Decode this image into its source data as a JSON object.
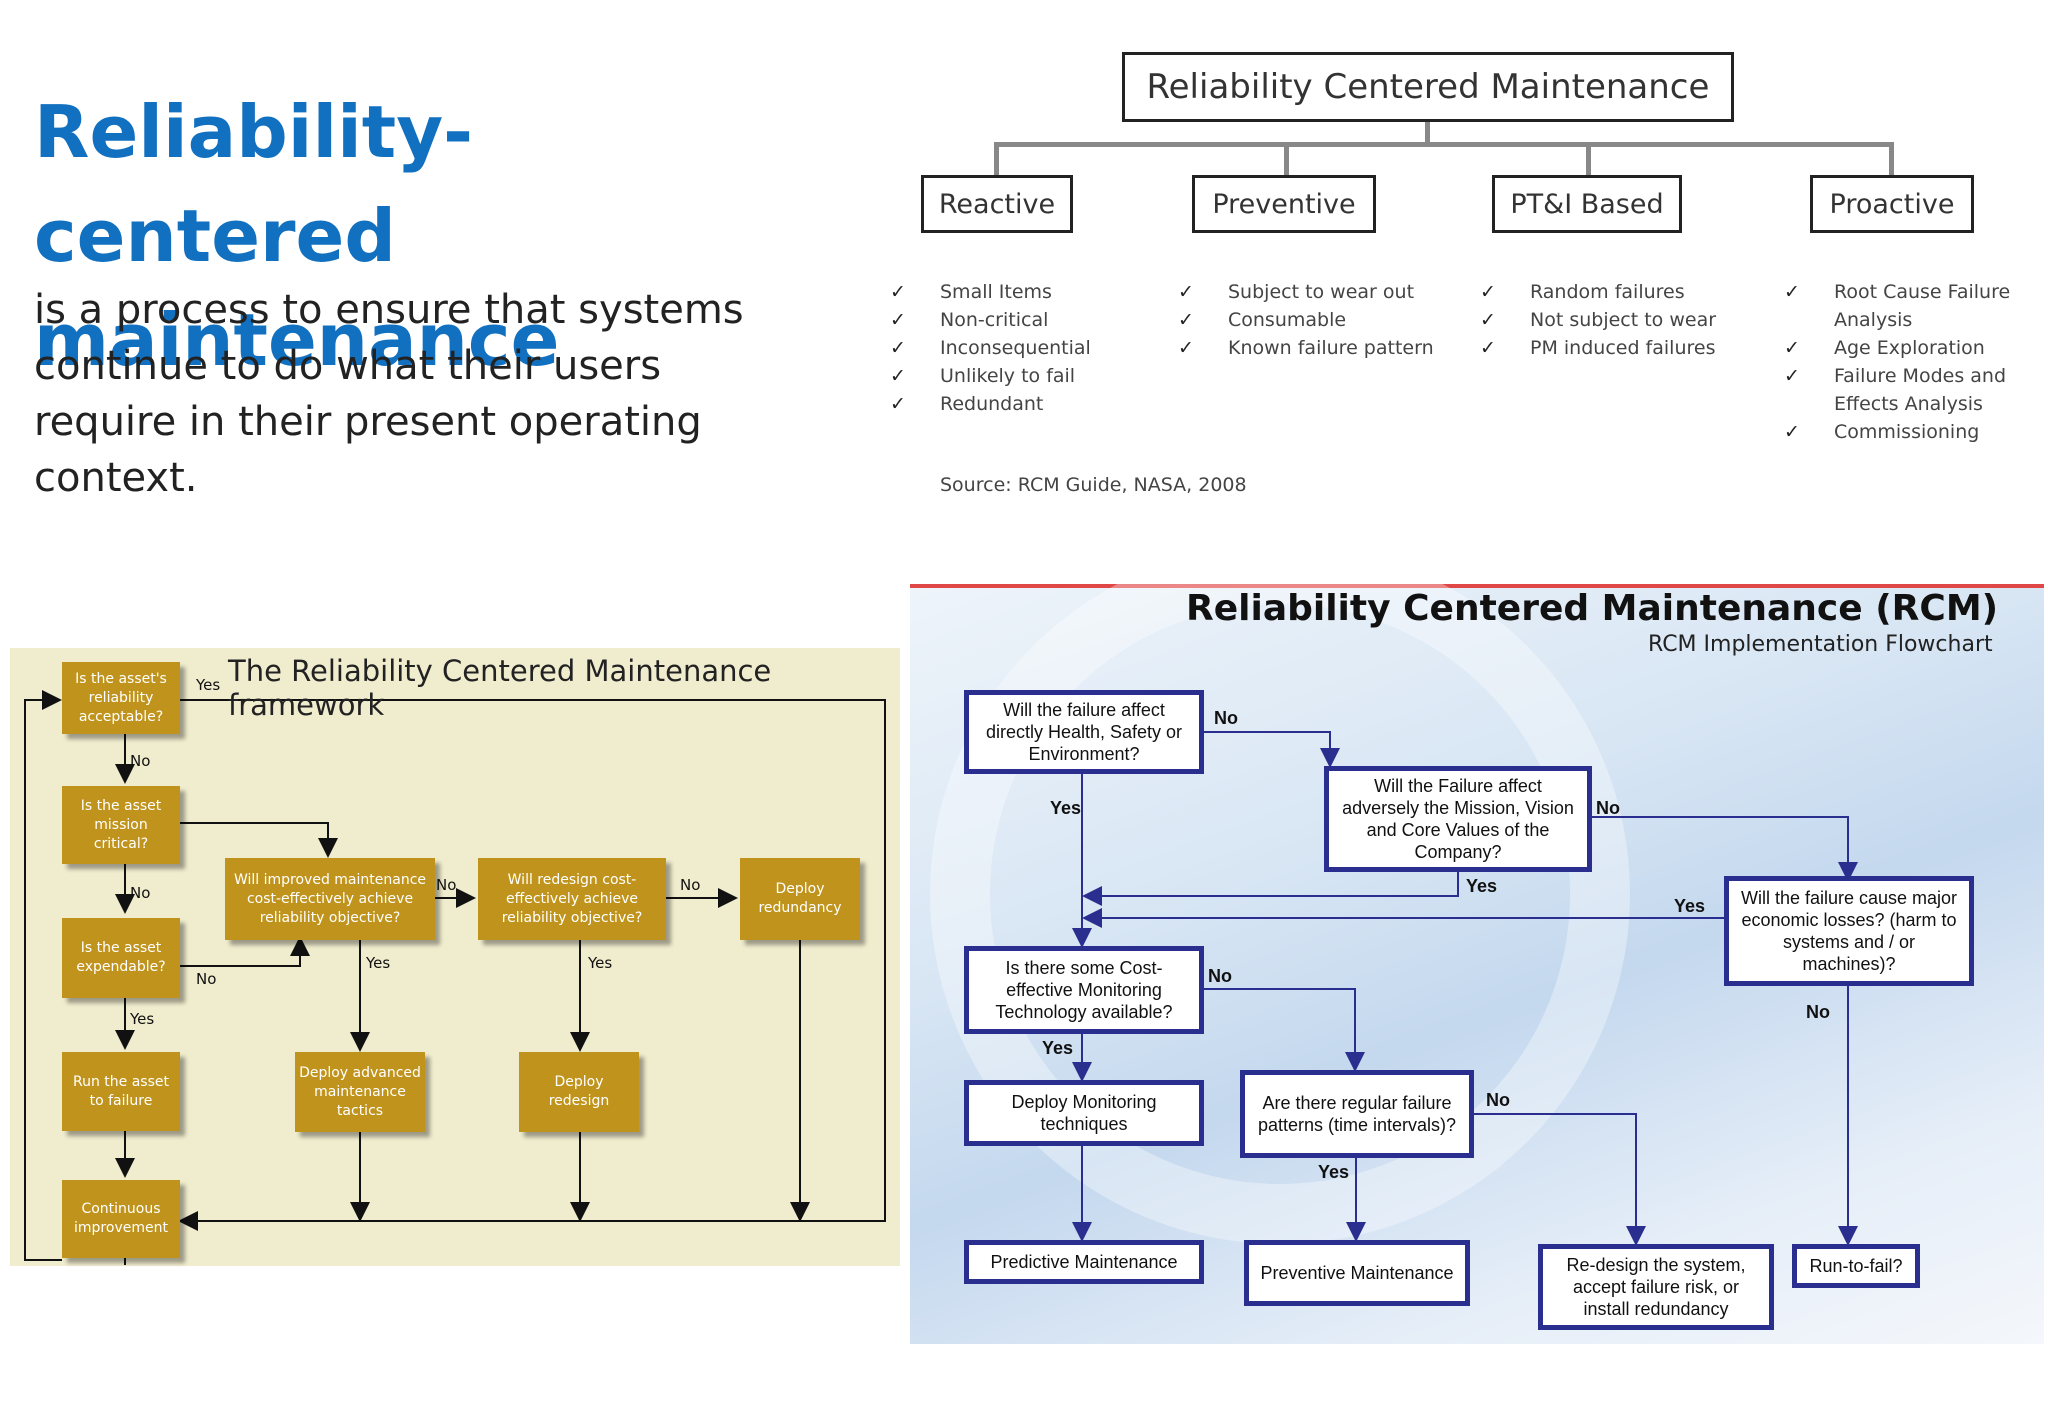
{
  "title": "Reliability-centered maintenance",
  "description": "is a process to ensure that systems continue to do what their users require in their present operating context.",
  "hierarchy": {
    "root": "Reliability Centered Maintenance",
    "categories": [
      {
        "label": "Reactive",
        "items": [
          "Small Items",
          "Non-critical",
          "Inconsequential",
          "Unlikely to fail",
          "Redundant"
        ]
      },
      {
        "label": "Preventive",
        "items": [
          "Subject to wear out",
          "Consumable",
          "Known failure pattern"
        ]
      },
      {
        "label": "PT&I Based",
        "items": [
          "Random failures",
          "Not subject to wear",
          "PM induced failures"
        ]
      },
      {
        "label": "Proactive",
        "items": [
          "Root Cause Failure Analysis",
          "Age Exploration",
          "Failure Modes and Effects Analysis",
          "Commissioning"
        ]
      }
    ],
    "check": "✓",
    "source": "Source: RCM Guide, NASA, 2008"
  },
  "framework": {
    "title": "The Reliability Centered Maintenance framework",
    "boxes": {
      "acceptable": "Is the asset's reliability acceptable?",
      "critical": "Is the asset mission critical?",
      "expendable": "Is the asset expendable?",
      "run_to_failure": "Run the asset to failure",
      "continuous": "Continuous improvement",
      "improved_maint": "Will improved maintenance cost-effectively achieve reliability objective?",
      "redesign_q": "Will redesign cost-effectively achieve reliability objective?",
      "deploy_redundancy": "Deploy redundancy",
      "advanced": "Deploy advanced maintenance tactics",
      "deploy_redesign": "Deploy redesign"
    },
    "labels": {
      "yes": "Yes",
      "no": "No"
    }
  },
  "flowchart": {
    "title": "Reliability Centered Maintenance (RCM)",
    "subtitle": "RCM Implementation Flowchart",
    "boxes": {
      "hse": "Will the failure affect directly Health, Safety or Environment?",
      "mission": "Will the Failure affect adversely the Mission, Vision and Core Values of the Company?",
      "economic": "Will the failure cause major economic losses? (harm to systems and / or machines)?",
      "monitoring": "Is there some Cost-effective Monitoring Technology available?",
      "deploy_monitoring": "Deploy Monitoring techniques",
      "regular": "Are there regular failure patterns (time intervals)?",
      "predictive": "Predictive Maintenance",
      "preventive": "Preventive Maintenance",
      "redesign": "Re-design the system, accept failure risk, or install redundancy",
      "run_to_fail": "Run-to-fail?"
    },
    "labels": {
      "yes": "Yes",
      "no": "No"
    }
  },
  "colors": {
    "title_blue": "#1170c0",
    "box_gold": "#c0941c",
    "flow_border": "#2a2e8e",
    "flow_red_line": "#e04848"
  }
}
